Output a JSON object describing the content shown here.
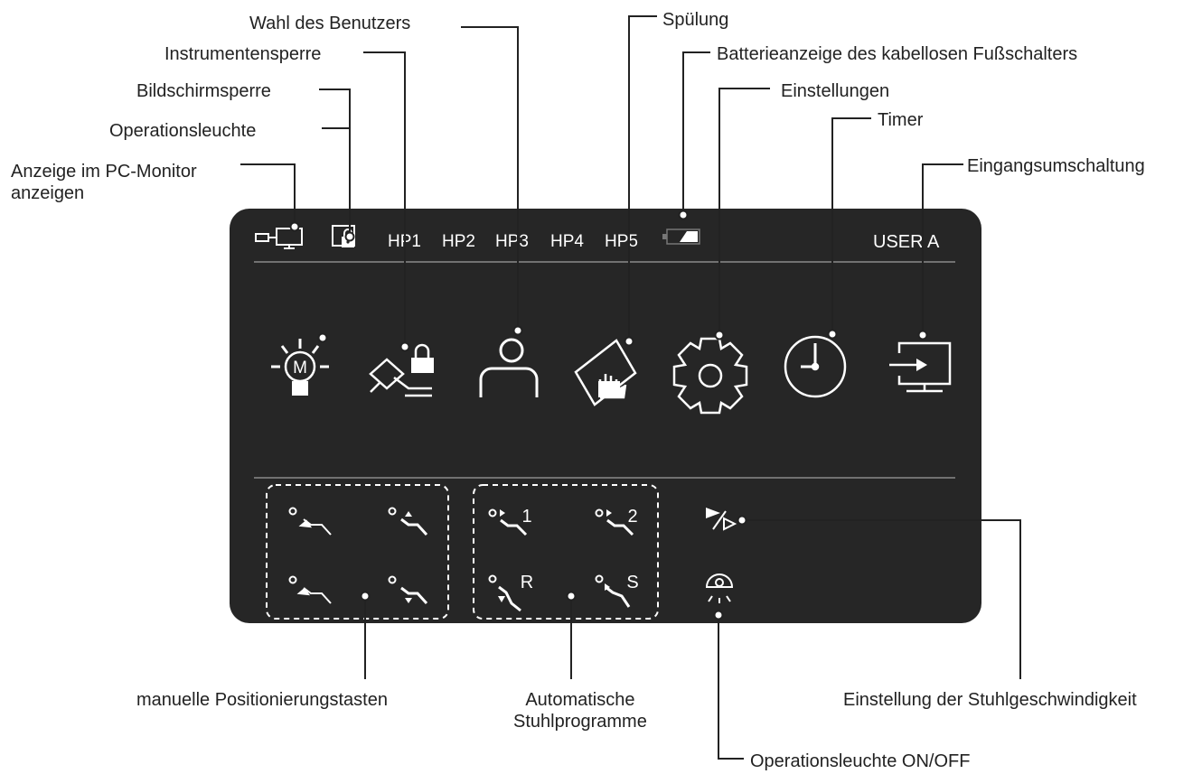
{
  "callouts": {
    "wahl_benutzer": "Wahl des Benutzers",
    "spuelung": "Spülung",
    "instrumentensperre": "Instrumentensperre",
    "batterieanzeige": "Batterieanzeige des kabellosen Fußschalters",
    "bildschirmsperre": "Bildschirmsperre",
    "einstellungen": "Einstellungen",
    "operationsleuchte": "Operationsleuchte",
    "timer": "Timer",
    "pc_monitor": "Anzeige im PC-Monitor\nanzeigen",
    "eingangsumschaltung": "Eingangsumschaltung",
    "manuelle_positionierung": "manuelle Positionierungstasten",
    "automatische_programme": "Automatische\nStuhlprogramme",
    "stuhlgeschwindigkeit": "Einstellung der Stuhlgeschwindigkeit",
    "op_leuchte_onoff": "Operationsleuchte ON/OFF"
  },
  "status_bar": {
    "handpieces": [
      "HP1",
      "HP2",
      "HP3",
      "HP4",
      "HP5"
    ],
    "user": "USER A"
  },
  "main_icons": {
    "light_letter": "M"
  },
  "auto_programs": {
    "labels": [
      "1",
      "2",
      "R",
      "S"
    ]
  },
  "colors": {
    "panel": "#262626",
    "icon": "#ffffff",
    "leader_line": "#222222",
    "separator": "#8a8a8a"
  }
}
